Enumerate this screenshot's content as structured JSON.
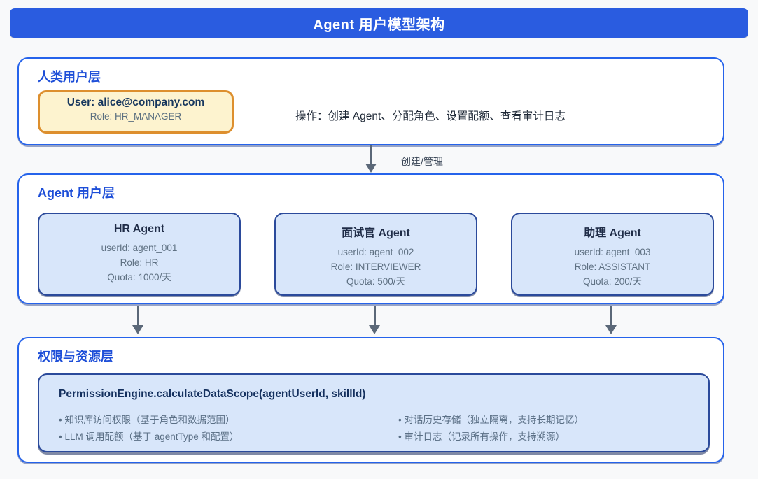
{
  "title": "Agent 用户模型架构",
  "colors": {
    "header_blue": "#2a5ce0",
    "section_border_blue": "#2563eb",
    "inner_border_navy": "#2b4a9b",
    "inner_card_bg": "#d8e6fa",
    "user_card_bg": "#fdf3cf",
    "user_card_border": "#dd8f2e",
    "arrow_gray": "#5b6878",
    "title_text_blue": "#1d4ed8"
  },
  "human_layer": {
    "title": "人类用户层",
    "user_card": {
      "title": "User: alice@company.com",
      "role": "Role: HR_MANAGER"
    },
    "actions": "操作：创建 Agent、分配角色、设置配额、查看审计日志"
  },
  "edge_label": "创建/管理",
  "agent_layer": {
    "title": "Agent 用户层",
    "agents": [
      {
        "name": "HR Agent",
        "user_id": "userId: agent_001",
        "role": "Role: HR",
        "quota": "Quota: 1000/天"
      },
      {
        "name": "面试官 Agent",
        "user_id": "userId: agent_002",
        "role": "Role: INTERVIEWER",
        "quota": "Quota: 500/天"
      },
      {
        "name": "助理 Agent",
        "user_id": "userId: agent_003",
        "role": "Role: ASSISTANT",
        "quota": "Quota: 200/天"
      }
    ]
  },
  "permission_layer": {
    "title": "权限与资源层",
    "engine": "PermissionEngine.calculateDataScope(agentUserId, skillId)",
    "bullets_left": [
      "• 知识库访问权限（基于角色和数据范围）",
      "• LLM 调用配额（基于 agentType 和配置）"
    ],
    "bullets_right": [
      "• 对话历史存储（独立隔离，支持长期记忆）",
      "• 审计日志（记录所有操作，支持溯源）"
    ]
  }
}
